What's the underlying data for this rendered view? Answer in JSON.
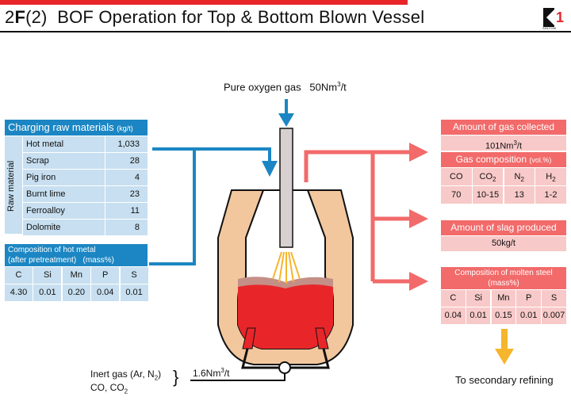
{
  "title": {
    "prefix": "2",
    "bold": "F",
    "suffix": "(2)",
    "main": "BOF Operation for Top & Bottom Blown Vessel"
  },
  "logo": {
    "icon": "logo-icon",
    "text": "SINTOM"
  },
  "oxygen": {
    "label": "Pure oxygen gas",
    "value": "50Nm",
    "unit_sup": "3",
    "unit_tail": "/t"
  },
  "inert": {
    "line1": "Inert gas (Ar, N",
    "line1_sub": "2",
    "line1_end": ")",
    "line2": "CO, CO",
    "line2_sub": "2",
    "value": "1.6Nm",
    "unit_sup": "3",
    "unit_tail": "/t"
  },
  "charging": {
    "title": "Charging raw materials",
    "unit": "(kg/t)",
    "side_label": "Raw material",
    "rows": [
      {
        "name": "Hot metal",
        "value": "1,033"
      },
      {
        "name": "Scrap",
        "value": "28"
      },
      {
        "name": "Pig iron",
        "value": "4"
      },
      {
        "name": "Burnt lime",
        "value": "23"
      },
      {
        "name": "Ferroalloy",
        "value": "11"
      },
      {
        "name": "Dolomite",
        "value": "8"
      }
    ]
  },
  "hot_metal": {
    "title1": "Composition of hot metal",
    "title2": "(after pretreatment)",
    "unit": "(mass%)",
    "headers": [
      "C",
      "Si",
      "Mn",
      "P",
      "S"
    ],
    "values": [
      "4.30",
      "0.01",
      "0.20",
      "0.04",
      "0.01"
    ]
  },
  "gas_collected": {
    "title": "Amount of gas collected",
    "value": "101Nm",
    "unit_sup": "3",
    "unit_tail": "/t"
  },
  "gas_composition": {
    "title": "Gas composition",
    "unit": "(vol.%)",
    "headers": [
      {
        "t": "CO",
        "s": ""
      },
      {
        "t": "CO",
        "s": "2"
      },
      {
        "t": "N",
        "s": "2"
      },
      {
        "t": "H",
        "s": "2"
      }
    ],
    "values": [
      "70",
      "10-15",
      "13",
      "1-2"
    ]
  },
  "slag": {
    "title": "Amount of slag produced",
    "value": "50kg/t"
  },
  "molten": {
    "title1": "Composition of molten steel",
    "unit": "(mass%)",
    "headers": [
      "C",
      "Si",
      "Mn",
      "P",
      "S"
    ],
    "values": [
      "0.04",
      "0.01",
      "0.15",
      "0.01",
      "0.007"
    ]
  },
  "secondary": {
    "label": "To secondary refining"
  },
  "colors": {
    "blue": "#1b86c3",
    "red": "#f26a6a",
    "orange": "#f5b52c",
    "steel": "#e8262a",
    "refractory": "#f2c79d"
  }
}
